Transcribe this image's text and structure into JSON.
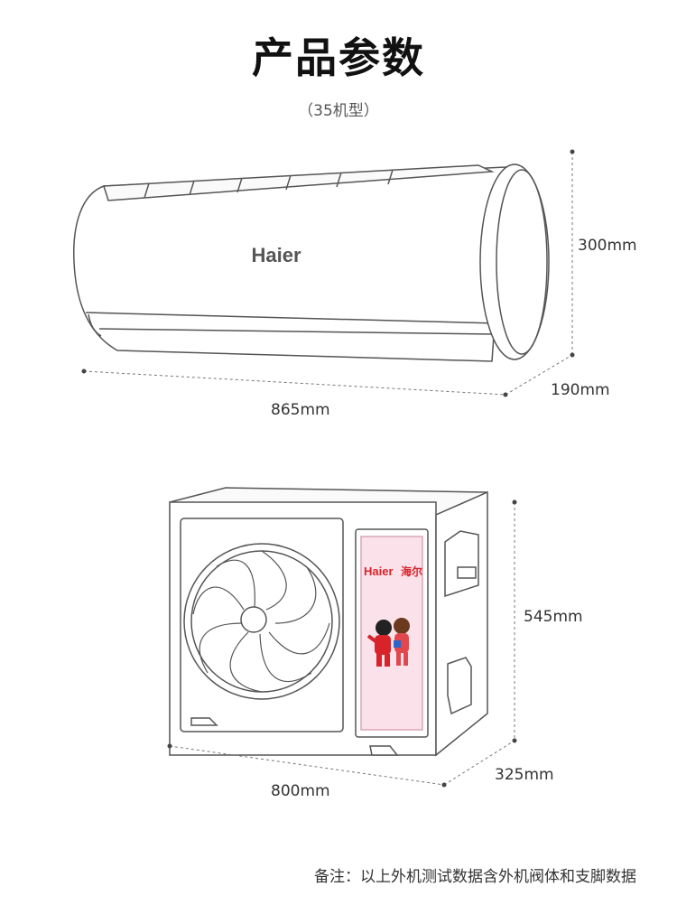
{
  "header": {
    "title": "产品参数",
    "subtitle": "（35机型）"
  },
  "indoor_unit": {
    "brand": "Haier",
    "height": "300mm",
    "depth": "190mm",
    "width": "865mm"
  },
  "outdoor_unit": {
    "brand": "Haier",
    "brand_cn": "海尔",
    "height": "545mm",
    "depth": "325mm",
    "width": "800mm"
  },
  "footer": {
    "note": "备注：以上外机测试数据含外机阀体和支脚数据"
  },
  "colors": {
    "line": "#555555",
    "brand_red": "#d8232a",
    "panel_pink": "#f2c6d4"
  }
}
